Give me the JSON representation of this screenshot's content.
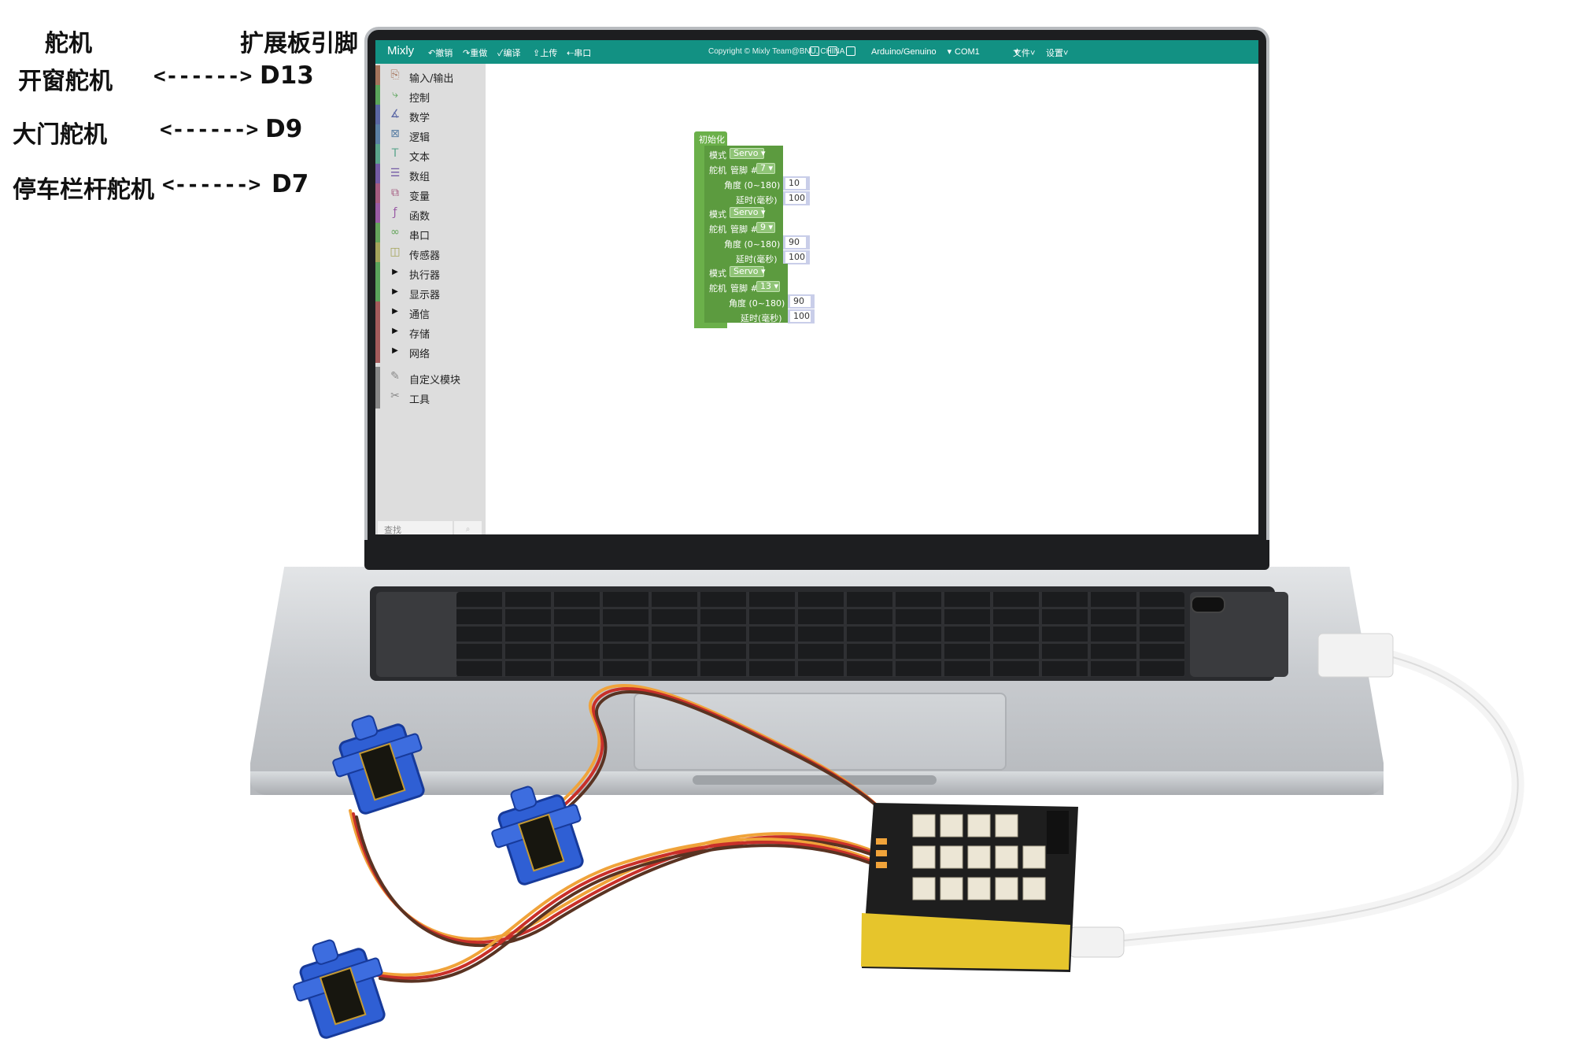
{
  "legend": {
    "header_left": "舵机",
    "header_right": "扩展板引脚",
    "rows": [
      {
        "name": "开窗舵机",
        "arrow": "<------>",
        "pin": "D13"
      },
      {
        "name": "大门舵机",
        "arrow": "<------>",
        "pin": "D9"
      },
      {
        "name": "停车栏杆舵机",
        "arrow": "<------>",
        "pin": "D7"
      }
    ]
  },
  "topbar": {
    "brand": "Mixly",
    "undo": "撤销",
    "redo": "重做",
    "compile": "编译",
    "upload": "上传",
    "serial": "串口",
    "copyright": "Copyright © Mixly Team@BNU, CHINA",
    "board": "Arduino/Genuino",
    "port": "COM1",
    "file": "文件",
    "settings": "设置"
  },
  "sidebar": {
    "items": [
      {
        "label": "输入/输出",
        "icon": "io-icon",
        "glyph": "⎘",
        "color": "#a5745b"
      },
      {
        "label": "控制",
        "icon": "control-icon",
        "glyph": "⤷",
        "color": "#5ba55b"
      },
      {
        "label": "数学",
        "icon": "math-icon",
        "glyph": "∡",
        "color": "#5b67a5"
      },
      {
        "label": "逻辑",
        "icon": "logic-icon",
        "glyph": "⊠",
        "color": "#5b80a5"
      },
      {
        "label": "文本",
        "icon": "text-icon",
        "glyph": "T",
        "color": "#5ba58c"
      },
      {
        "label": "数组",
        "icon": "array-icon",
        "glyph": "☰",
        "color": "#745ba5"
      },
      {
        "label": "变量",
        "icon": "variable-icon",
        "glyph": "⧉",
        "color": "#a55b80"
      },
      {
        "label": "函数",
        "icon": "function-icon",
        "glyph": "ƒ",
        "color": "#995ba5"
      },
      {
        "label": "串口",
        "icon": "serial-icon",
        "glyph": "∞",
        "color": "#65a55b"
      },
      {
        "label": "传感器",
        "icon": "sensor-icon",
        "glyph": "◫",
        "color": "#a5a55b"
      },
      {
        "label": "执行器",
        "icon": "expand-arrow-icon",
        "glyph": "▶",
        "color": "#5ba55b"
      },
      {
        "label": "显示器",
        "icon": "expand-arrow-icon",
        "glyph": "▶",
        "color": "#5ba55b"
      },
      {
        "label": "通信",
        "icon": "expand-arrow-icon",
        "glyph": "▶",
        "color": "#a55b5b"
      },
      {
        "label": "存储",
        "icon": "expand-arrow-icon",
        "glyph": "▶",
        "color": "#a55b5b"
      },
      {
        "label": "网络",
        "icon": "expand-arrow-icon",
        "glyph": "▶",
        "color": "#a55b5b"
      },
      {
        "label": "自定义模块",
        "icon": "custom-module-icon",
        "glyph": "✎",
        "color": "#888888"
      },
      {
        "label": "工具",
        "icon": "tools-icon",
        "glyph": "✂",
        "color": "#888888"
      }
    ],
    "search_placeholder": "查找"
  },
  "blocks": {
    "init_label": "初始化",
    "mode_label": "模式",
    "servo_label": "舵机",
    "pin_label": "管脚 #",
    "angle_label": "角度 (0~180)",
    "delay_label": "延时(毫秒)",
    "servos": [
      {
        "mode": "Servo",
        "pin": "7",
        "angle": "10",
        "delay": "100"
      },
      {
        "mode": "Servo",
        "pin": "9",
        "angle": "90",
        "delay": "100"
      },
      {
        "mode": "Servo",
        "pin": "13",
        "angle": "90",
        "delay": "100"
      }
    ]
  },
  "colors": {
    "topbar": "#129183",
    "block_green": "#6bb04a",
    "number_input": "#c9cee9"
  }
}
